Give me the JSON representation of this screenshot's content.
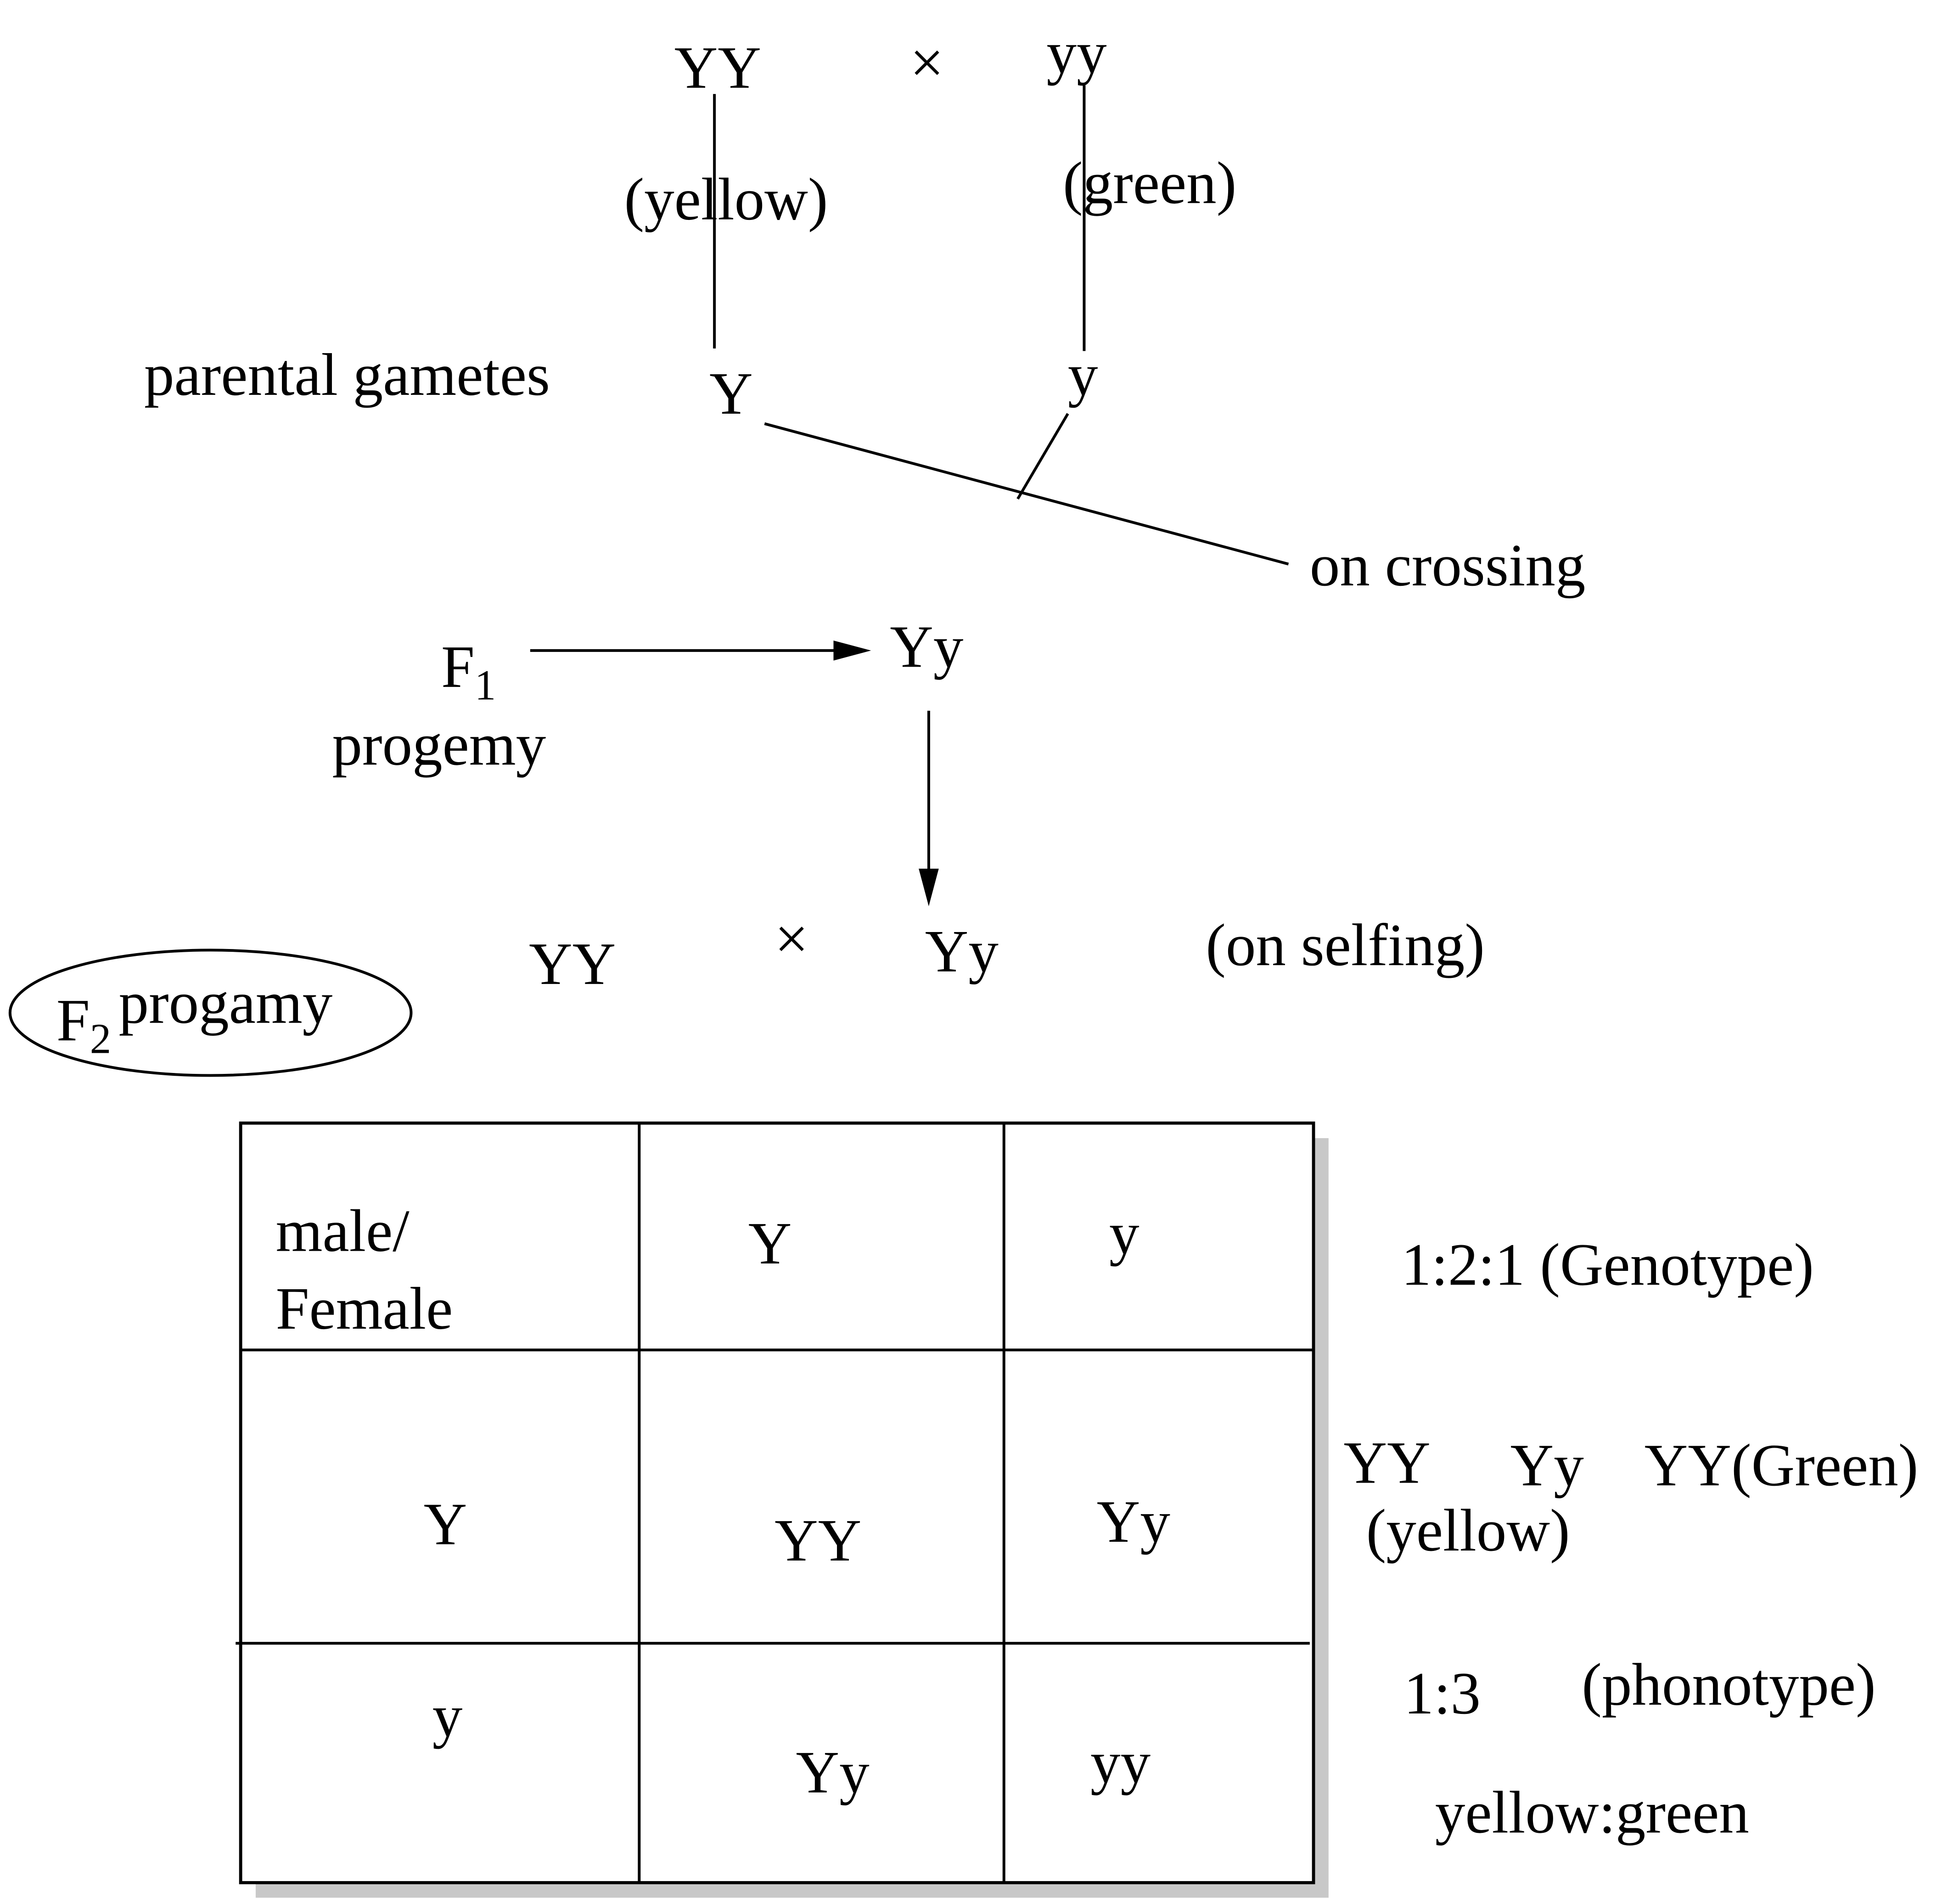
{
  "parents": {
    "p1": "YY",
    "p1_label": "(yellow)",
    "cross": "×",
    "p2": "yy",
    "p2_label": "(green)"
  },
  "gametes": {
    "label": "parental gametes",
    "g1": "Y",
    "g2": "y",
    "note": "on crossing"
  },
  "f1": {
    "label": "F",
    "sub": "1",
    "label2": "progemy",
    "genotype": "Yy"
  },
  "selfing": {
    "a": "YY",
    "cross": "×",
    "b": "Yy",
    "note": "(on selfing)"
  },
  "f2": {
    "label": "F",
    "sub": "2",
    "label2": "progamy"
  },
  "table": {
    "corner_line1": "male/",
    "corner_line2": "Female",
    "col_headers": [
      "Y",
      "y"
    ],
    "rows": [
      {
        "header": "Y",
        "cells": [
          "YY",
          "Yy"
        ]
      },
      {
        "header": "y",
        "cells": [
          "Yy",
          "yy"
        ]
      }
    ]
  },
  "results": {
    "genotype_ratio": "1:2:1 (Genotype)",
    "g1": "YY",
    "g2": "Yy",
    "g3": "YY(Green)",
    "yellow_label": "(yellow)",
    "phenotype_ratio": "1:3",
    "phenotype_label": "(phonotype)",
    "phenotype_key": "yellow:green"
  }
}
